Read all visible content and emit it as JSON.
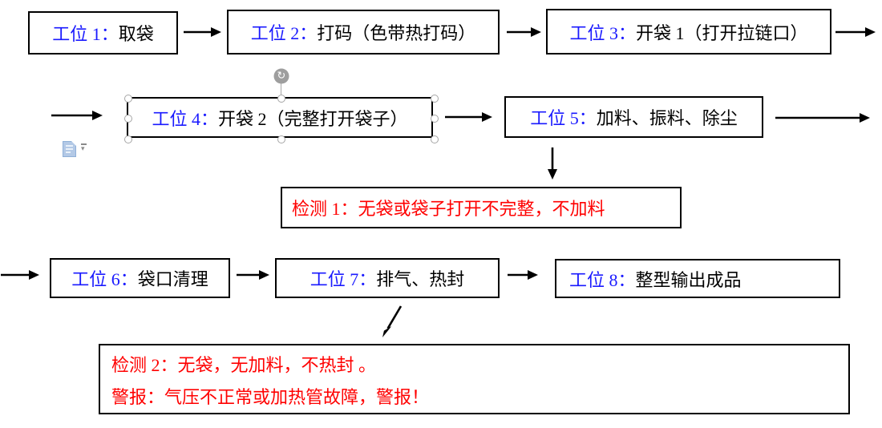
{
  "flowchart": {
    "stations": [
      {
        "prefix": "工位 1：",
        "text": "取袋"
      },
      {
        "prefix": "工位 2：",
        "text": "打码（色带热打码）"
      },
      {
        "prefix": "工位 3：",
        "text": "开袋 1（打开拉链口）"
      },
      {
        "prefix": "工位 4：",
        "text": "开袋 2（完整打开袋子）"
      },
      {
        "prefix": "工位 5：",
        "text": "加料、振料、除尘"
      },
      {
        "prefix": "工位 6：",
        "text": "袋口清理"
      },
      {
        "prefix": "工位 7：",
        "text": "排气、热封"
      },
      {
        "prefix": "工位 8：",
        "text": "整型输出成品"
      }
    ],
    "checks": [
      {
        "line1": "检测 1：无袋或袋子打开不完整，不加料"
      },
      {
        "line1": "检测 2：无袋，无加料，不热封 。",
        "line2": "警报：气压不正常或加热管故障，警报！"
      }
    ]
  },
  "editor": {
    "selected_shape": "station-4",
    "icons": {
      "rotate_glyph": "↻",
      "dropdown_glyph": "▾"
    }
  },
  "colors": {
    "station_prefix_blue": "#1a1aff",
    "check_red": "#ff0000",
    "box_border": "#000000",
    "arrow_black": "#000000",
    "handle_gray": "#a6a6a6",
    "rotate_gray": "#9e9e9e",
    "paste_icon_blue": "#b3c9e6"
  }
}
